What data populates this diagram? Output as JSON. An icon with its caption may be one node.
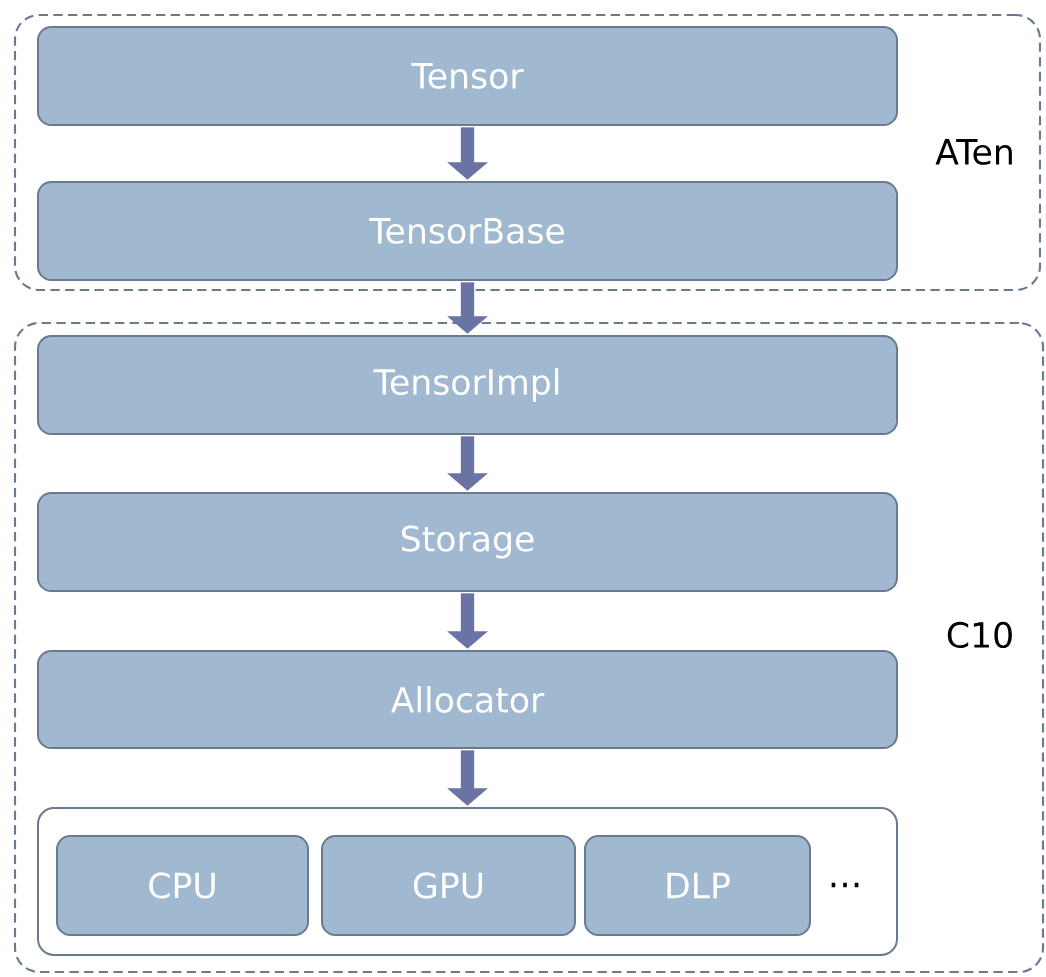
{
  "diagram": {
    "nodes": [
      {
        "text": [
          "ATen"
        ]
      },
      {
        "text": [
          "Tensor"
        ],
        "in": 0
      },
      {
        "text": [
          "TensorBase"
        ],
        "in": 0
      },
      {
        "text": [
          "C10"
        ]
      },
      {
        "text": [
          "TensorImpl"
        ],
        "in": 3
      },
      {
        "text": [
          "Storage"
        ],
        "in": 3
      },
      {
        "text": [
          "Allocator"
        ],
        "in": 3
      },
      {
        "text": [
          "…"
        ],
        "in": 3
      },
      {
        "text": [
          "CPU"
        ],
        "in": 7
      },
      {
        "text": [
          "GPU"
        ],
        "in": 7
      },
      {
        "text": [
          "DLP"
        ],
        "in": 7
      }
    ],
    "edges": [
      {
        "from": 1,
        "to": 2,
        "arrow": "to"
      },
      {
        "from": 2,
        "to": 4,
        "arrow": "to"
      },
      {
        "from": 4,
        "to": 5,
        "arrow": "to"
      },
      {
        "from": 5,
        "to": 6,
        "arrow": "to"
      },
      {
        "from": 6,
        "to": 7,
        "arrow": "to"
      }
    ]
  }
}
